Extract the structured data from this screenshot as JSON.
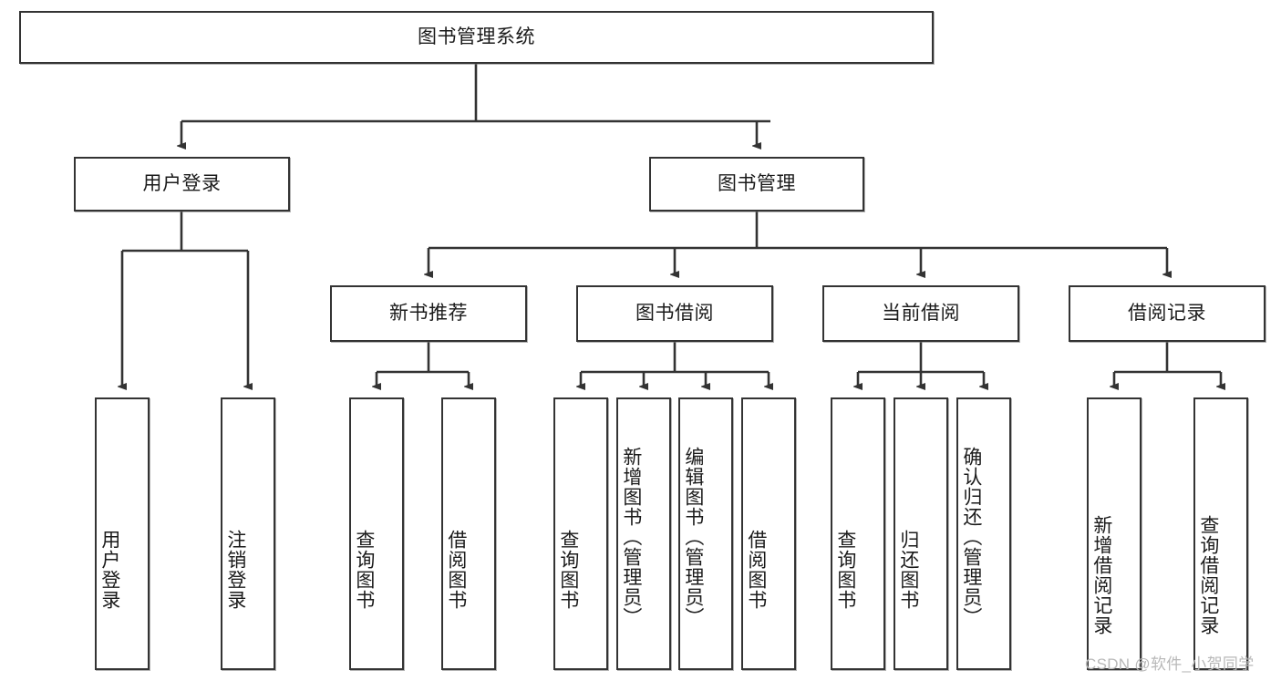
{
  "diagram": {
    "title": "图书管理系统",
    "type": "hierarchy-tree",
    "root": {
      "label": "图书管理系统"
    },
    "level2": [
      {
        "label": "用户登录"
      },
      {
        "label": "图书管理"
      }
    ],
    "level3": [
      {
        "label": "新书推荐"
      },
      {
        "label": "图书借阅"
      },
      {
        "label": "当前借阅"
      },
      {
        "label": "借阅记录"
      }
    ],
    "leaves": {
      "user_login": [
        {
          "label": "用户登录"
        },
        {
          "label": "注销登录"
        }
      ],
      "new_book_recommend": [
        {
          "label": "查询图书"
        },
        {
          "label": "借阅图书"
        }
      ],
      "book_borrow": [
        {
          "label": "查询图书"
        },
        {
          "label": "新增图书（管理员）"
        },
        {
          "label": "编辑图书（管理员）"
        },
        {
          "label": "借阅图书"
        }
      ],
      "current_borrow": [
        {
          "label": "查询图书"
        },
        {
          "label": "归还图书"
        },
        {
          "label": "确认归还（管理员）"
        }
      ],
      "borrow_record": [
        {
          "label": "新增借阅记录"
        },
        {
          "label": "查询借阅记录"
        }
      ]
    }
  },
  "watermark": {
    "text": "CSDN @软件_小贺同学"
  },
  "colors": {
    "border": "#333333",
    "background": "#ffffff",
    "text": "#1b1b1b",
    "watermark": "#b8b8b8"
  }
}
